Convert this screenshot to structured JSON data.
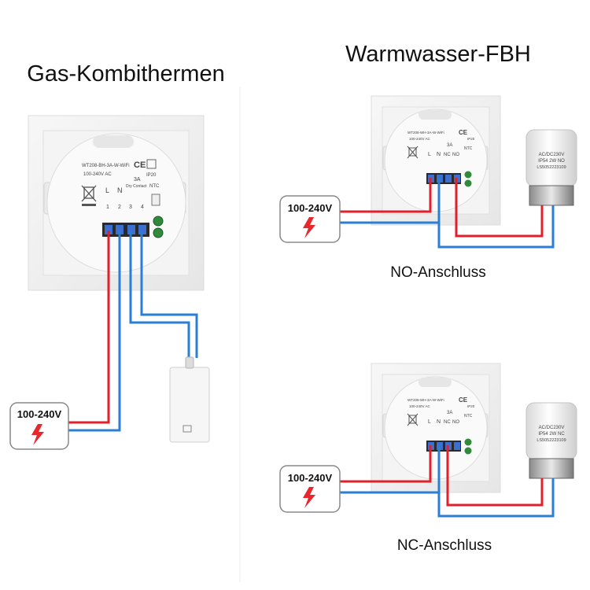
{
  "titles": {
    "left": "Gas-Kombithermen",
    "right": "Warmwasser-FBH"
  },
  "captions": {
    "no": "NO-Anschluss",
    "nc": "NC-Anschluss"
  },
  "power": {
    "label": "100-240V"
  },
  "thermostat": {
    "model_left": "WT208-BH-3A-W-WiFi",
    "model_right": "WT208-WH-3A-W-WiFi",
    "voltage": "100-240V AC",
    "ip": "IP20",
    "ce": "CE",
    "current": "3A",
    "contact": "Dry Contact",
    "ntc": "NTC",
    "terminal_L": "L",
    "terminal_N": "N",
    "terminal_NC": "NC",
    "terminal_NO": "NO",
    "t1": "1",
    "t2": "2",
    "t3": "3",
    "t4": "4"
  },
  "actuator": {
    "line1": "AC/DC230V",
    "line2_no": "IP54  2W NO",
    "line2_nc": "IP54  2W NC",
    "line3": "LS5052223109"
  },
  "colors": {
    "live_wire": "#e0202a",
    "neutral_wire": "#2a7fd4",
    "bolt": "#e8262b",
    "plate": "#f2f2f2"
  }
}
